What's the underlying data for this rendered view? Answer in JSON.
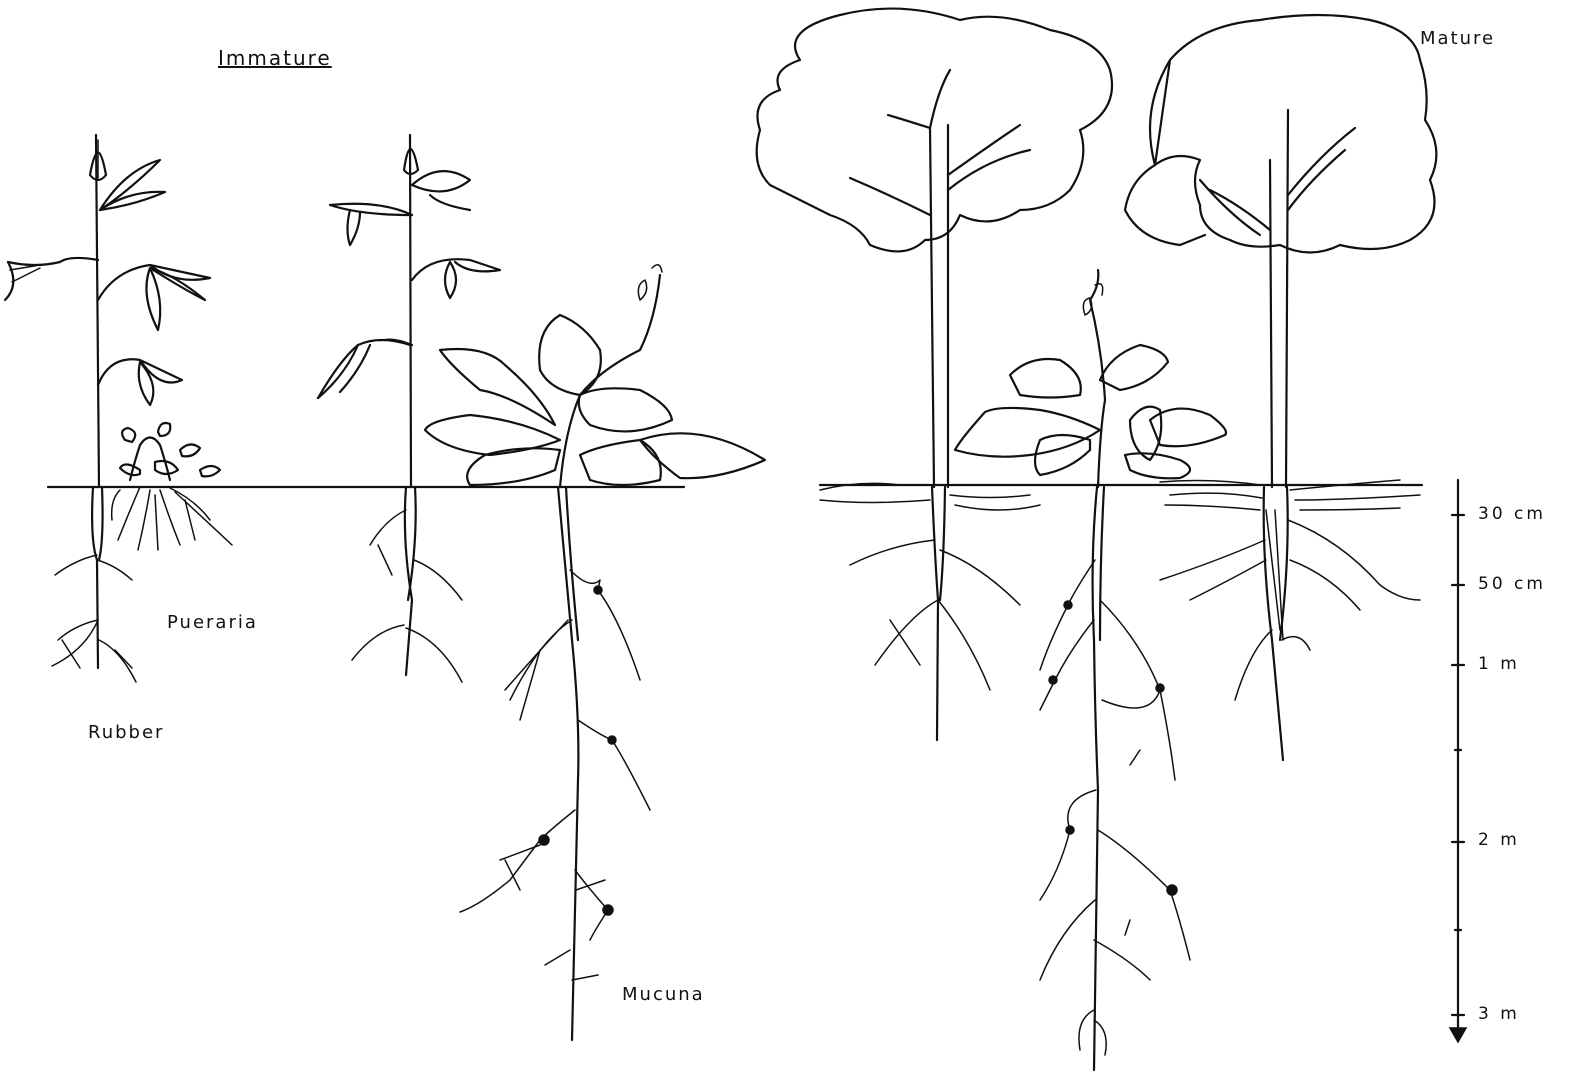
{
  "labels": {
    "immature": "Immature",
    "mature": "Mature",
    "pueraria": "Pueraria",
    "rubber": "Rubber",
    "mucuna": "Mucuna"
  },
  "depth_scale": {
    "ticks": [
      "30 cm",
      "50 cm",
      "1 m",
      "2 m",
      "3 m"
    ]
  }
}
